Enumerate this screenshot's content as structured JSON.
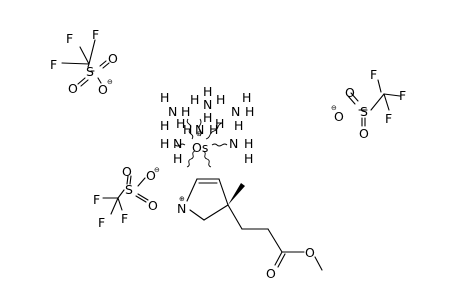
{
  "triflate_left": {
    "F1": "F",
    "F2": "F",
    "F3": "F",
    "S": "S",
    "O1": "O",
    "O2": "O",
    "O3": "O",
    "charge": "⊖"
  },
  "triflate_right": {
    "F1": "F",
    "F2": "F",
    "F3": "F",
    "S": "S",
    "O1": "O",
    "O2": "O",
    "O3": "O",
    "charge": "⊖"
  },
  "triflate_bottom": {
    "F1": "F",
    "F2": "F",
    "F3": "F",
    "S": "S",
    "O1": "O",
    "O2": "O",
    "O3": "O",
    "charge": "⊖"
  },
  "osmium": {
    "symbol": "Os",
    "charge": "⊕"
  },
  "ammines": {
    "a1": {
      "H_top": "H",
      "N": "N",
      "H_right": "H",
      "H_bottom": "H"
    },
    "a2": {
      "H_left": "H",
      "H_top": "H",
      "N": "N",
      "H_right": "H"
    },
    "a3": {
      "H_top": "H",
      "N": "N",
      "H_right": "H",
      "H_bottom": "H"
    },
    "a4": {
      "H_top": "H",
      "N": "N",
      "H_left": "H",
      "H_bottom": "H"
    },
    "a5": {
      "H_top": "H",
      "N": "N",
      "H_right": "H",
      "H_bottom": "H"
    },
    "a6": {
      "H_top": "H",
      "N": "N",
      "H_right": "H",
      "H_bottom": "H"
    }
  },
  "ring": {
    "N": "N",
    "charge": "⊕"
  },
  "ester": {
    "O_carbonyl": "O",
    "O_ether": "O"
  }
}
